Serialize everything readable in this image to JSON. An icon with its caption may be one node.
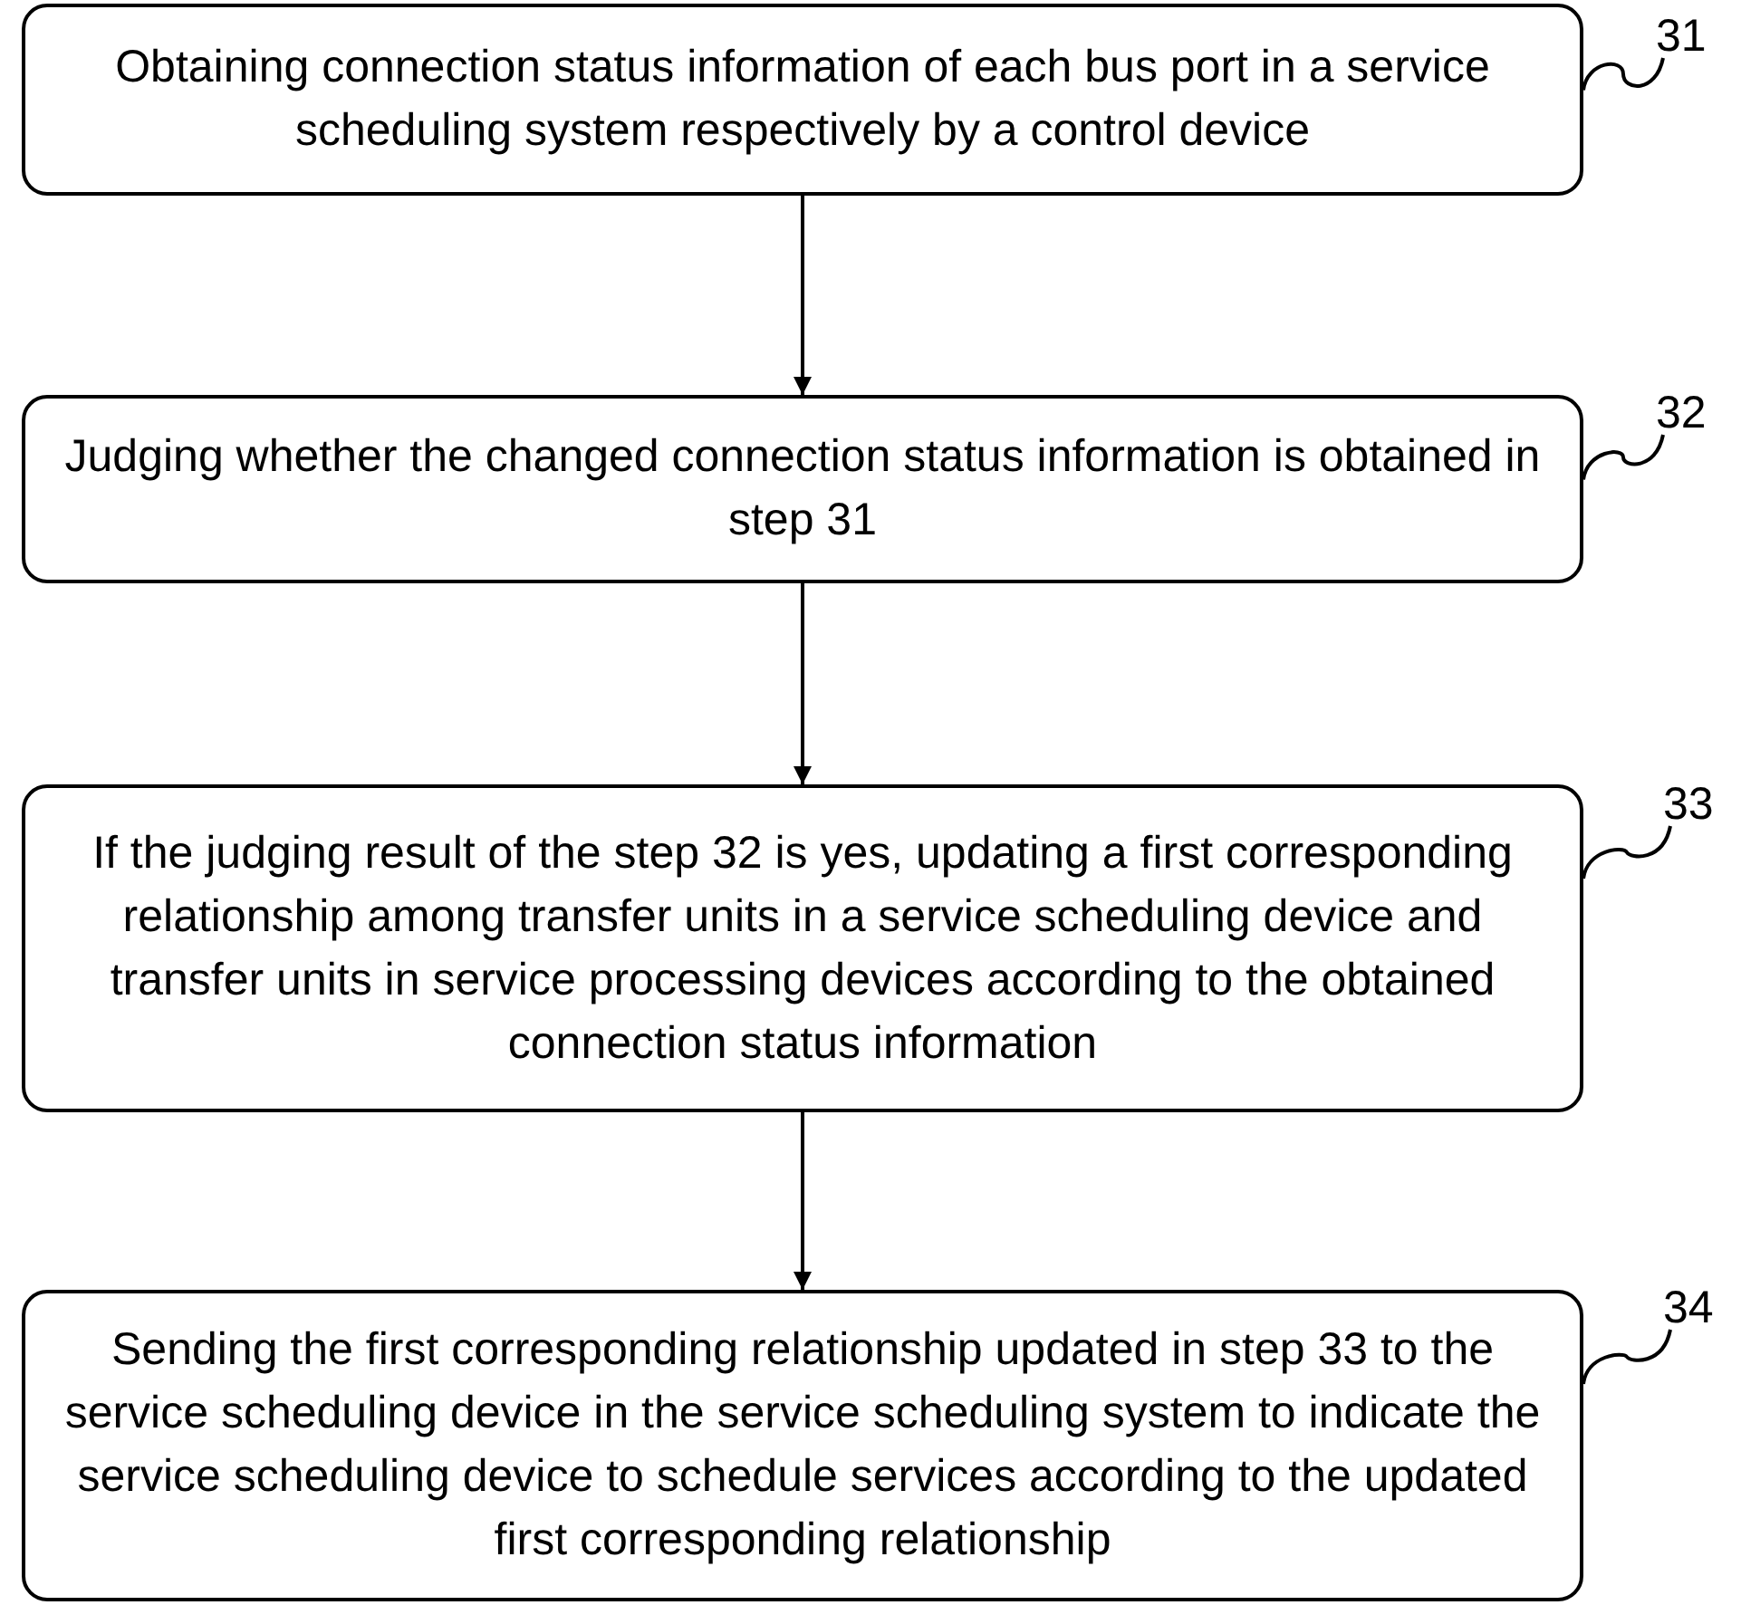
{
  "diagram": {
    "nodes": [
      {
        "text": [
          "Obtaining connection status information of each bus port in a service scheduling system respectively by a control device"
        ]
      },
      {
        "text": [
          "Judging whether the changed connection status information is obtained in step 31"
        ]
      },
      {
        "text": [
          "If the judging result of the step 32 is yes, updating a first corresponding relationship among transfer units in a service scheduling device and transfer units in service processing devices according to the obtained connection status information"
        ]
      },
      {
        "text": [
          "Sending the first corresponding relationship updated in step 33 to the service scheduling device in the service scheduling system to indicate the service scheduling device to schedule services according to the updated first corresponding relationship"
        ]
      },
      {
        "text": [
          "31"
        ]
      },
      {
        "text": [
          "32"
        ]
      },
      {
        "text": [
          "33"
        ]
      },
      {
        "text": [
          "34"
        ]
      }
    ],
    "edges": [
      {
        "from": 0,
        "to": 1,
        "arrow": "to"
      },
      {
        "from": 1,
        "to": 2,
        "arrow": "to"
      },
      {
        "from": 2,
        "to": 3,
        "arrow": "to"
      },
      {
        "from": 4,
        "to": 0,
        "arrow": "none"
      },
      {
        "from": 5,
        "to": 1,
        "arrow": "none"
      },
      {
        "from": 6,
        "to": 2,
        "arrow": "none"
      },
      {
        "from": 7,
        "to": 3,
        "arrow": "none"
      }
    ]
  }
}
